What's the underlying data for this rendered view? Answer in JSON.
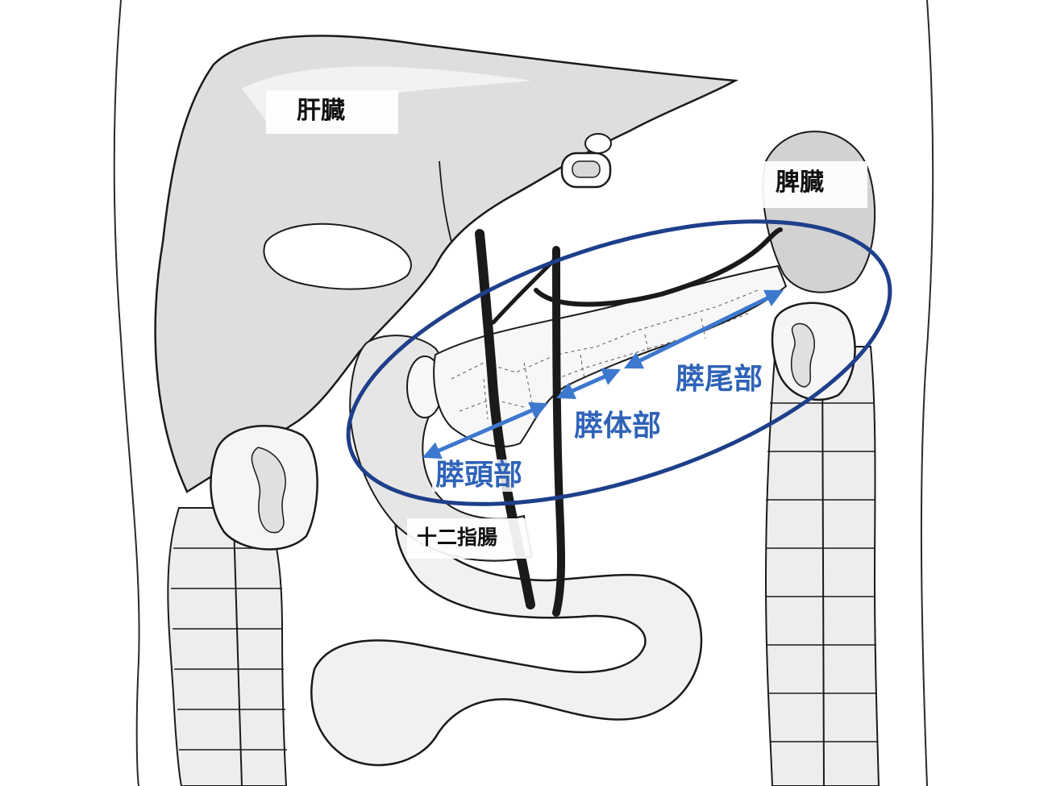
{
  "colors": {
    "outline": "#1e3f8a",
    "arrow": "#3d78cf",
    "part_text": "#2f63b8",
    "ink": "#1a1a1a",
    "shade": "#cfcfcf"
  },
  "labels": {
    "liver": "肝臓",
    "spleen": "脾臓",
    "duodenum": "十二指腸",
    "pancreas_head": "膵頭部",
    "pancreas_body": "膵体部",
    "pancreas_tail": "膵尾部"
  },
  "icons": {
    "double_arrow": "double-headed-arrow-icon",
    "highlight": "ellipse-outline"
  }
}
